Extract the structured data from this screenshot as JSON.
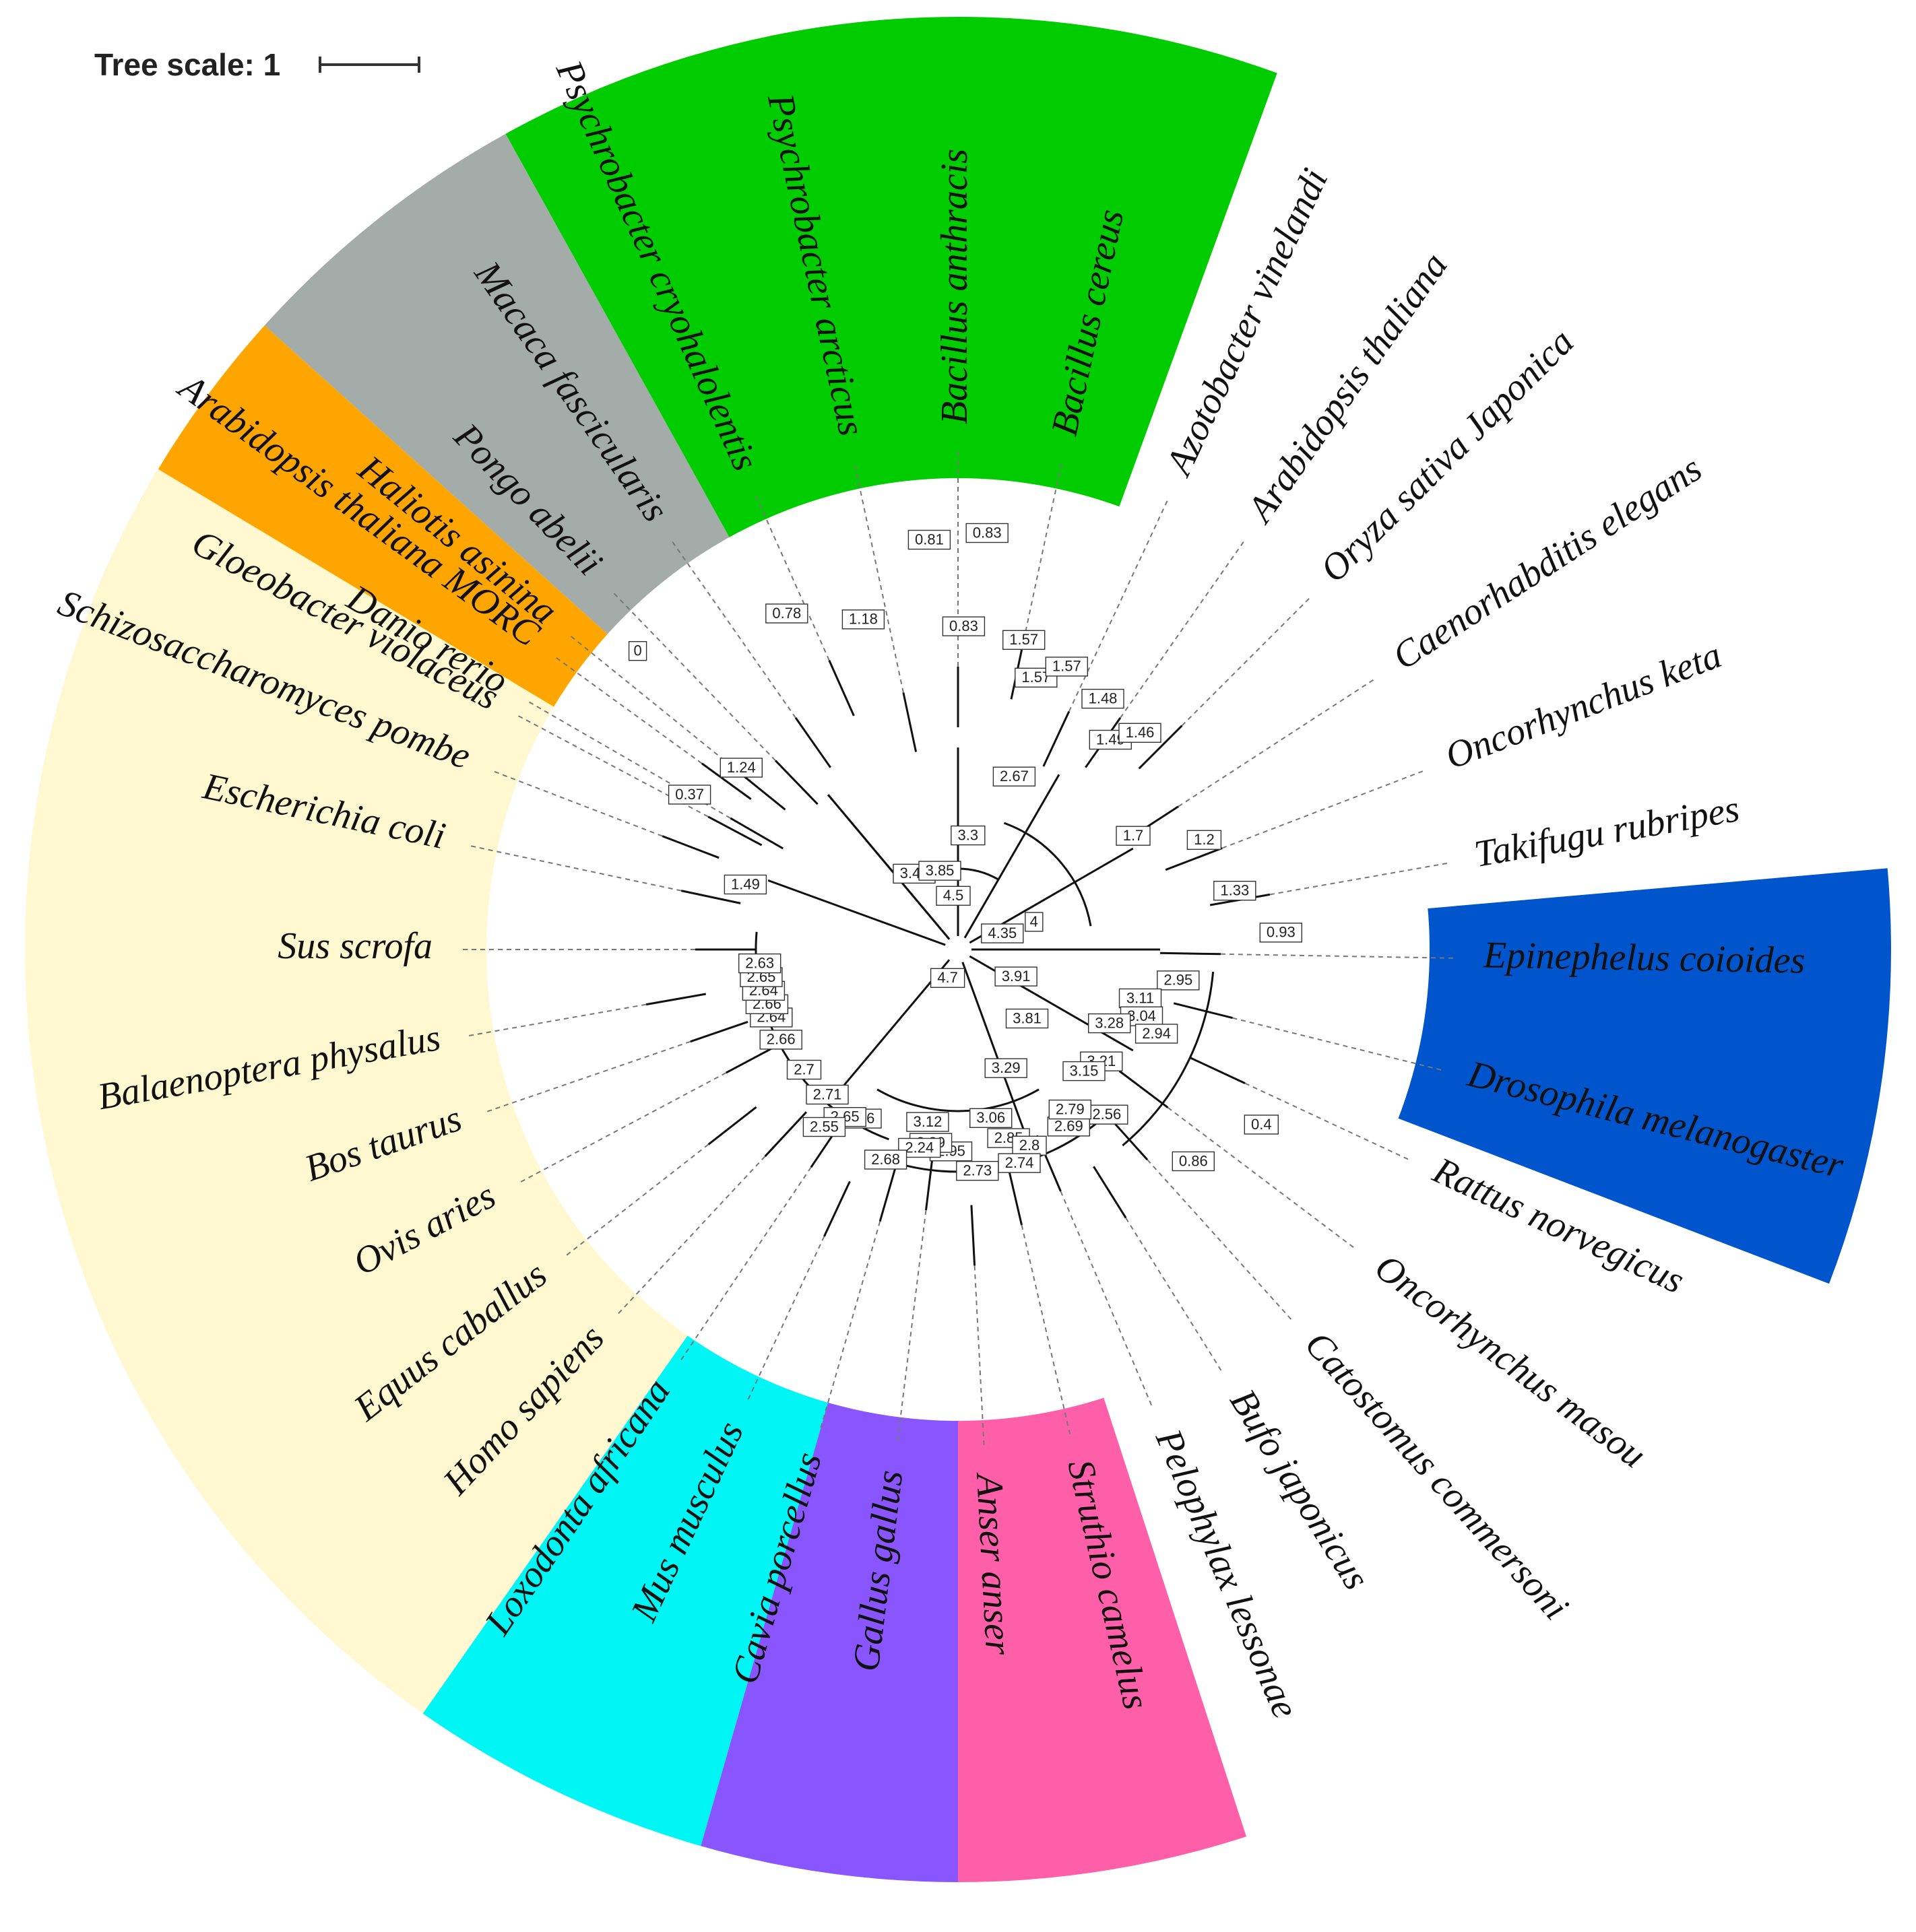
{
  "scale": {
    "label": "Tree scale: 1"
  },
  "colors": {
    "orange": "#FFA500",
    "gray": "#A3ACA9",
    "green": "#00CC00",
    "blue": "#0055CC",
    "pink": "#FF5FA8",
    "purple": "#8855FF",
    "cyan": "#00F5F5",
    "cream": "#FFF8D0"
  },
  "clades": [
    {
      "id": "plants-cyanobacteria",
      "color": "orange",
      "start": -68,
      "end": -48
    },
    {
      "id": "primates-1",
      "color": "gray",
      "start": -48,
      "end": -29
    },
    {
      "id": "bacteria",
      "color": "green",
      "start": -29,
      "end": 20
    },
    {
      "id": "fishes",
      "color": "blue",
      "start": 85,
      "end": 111
    },
    {
      "id": "catostomids",
      "color": "pink",
      "start": 162,
      "end": 180
    },
    {
      "id": "amphibians",
      "color": "purple",
      "start": 180,
      "end": 196
    },
    {
      "id": "birds",
      "color": "cyan",
      "start": 196,
      "end": 215
    },
    {
      "id": "mammals",
      "color": "cream",
      "start": 215,
      "end": 301
    }
  ],
  "taxa": [
    {
      "name": "Gloeobacter violaceus",
      "angle": -62
    },
    {
      "name": "Arabidopsis thaliana MORC",
      "angle": -54
    },
    {
      "name": "Pongo abelii",
      "angle": -44
    },
    {
      "name": "Macaca fascicularis",
      "angle": -35
    },
    {
      "name": "Psychrobacter cryohalolentis",
      "angle": -24
    },
    {
      "name": "Psychrobacter arcticus",
      "angle": -12
    },
    {
      "name": "Bacillus anthracis",
      "angle": 0
    },
    {
      "name": "Bacillus cereus",
      "angle": 12
    },
    {
      "name": "Azotobacter vinelandi",
      "angle": 25
    },
    {
      "name": "Arabidopsis thaliana",
      "angle": 35
    },
    {
      "name": "Oryza sativa Japonica",
      "angle": 45
    },
    {
      "name": "Caenorhabditis elegans",
      "angle": 57
    },
    {
      "name": "Oncorhynchus keta",
      "angle": 69
    },
    {
      "name": "Takifugu rubripes",
      "angle": 80
    },
    {
      "name": "Epinephelus coioides",
      "angle": 91
    },
    {
      "name": "Drosophila melanogaster",
      "angle": 104
    },
    {
      "name": "Rattus norvegicus",
      "angle": 115
    },
    {
      "name": "Oncorhynchus masou",
      "angle": 127
    },
    {
      "name": "Catostomus commersoni",
      "angle": 138
    },
    {
      "name": "Bufo japonicus",
      "angle": 148
    },
    {
      "name": "Pelophylax lessonae",
      "angle": 157
    },
    {
      "name": "Struthio camelus",
      "angle": 167
    },
    {
      "name": "Anser anser",
      "angle": 177
    },
    {
      "name": "Gallus gallus",
      "angle": 187
    },
    {
      "name": "Cavia porcellus",
      "angle": 196
    },
    {
      "name": "Mus musculus",
      "angle": 205
    },
    {
      "name": "Loxodonta africana",
      "angle": 214
    },
    {
      "name": "Homo sapiens",
      "angle": 223
    },
    {
      "name": "Equus caballus",
      "angle": 232
    },
    {
      "name": "Ovis aries",
      "angle": 242
    },
    {
      "name": "Bos taurus",
      "angle": 251
    },
    {
      "name": "Balaenoptera physalus",
      "angle": 260
    },
    {
      "name": "Sus scrofa",
      "angle": 270
    },
    {
      "name": "Escherichia coli",
      "angle": 282
    },
    {
      "name": "Schizosaccharomyces pombe",
      "angle": 291
    },
    {
      "name": "Danio rerio",
      "angle": 300
    },
    {
      "name": "Haliotis asinina",
      "angle": 309
    }
  ],
  "supports": [
    {
      "v": "0",
      "angle": -47,
      "r": 650
    },
    {
      "v": "0.78",
      "angle": -27,
      "r": 560
    },
    {
      "v": "1.18",
      "angle": -16,
      "r": 510
    },
    {
      "v": "0.81",
      "angle": -4,
      "r": 610
    },
    {
      "v": "0.83",
      "angle": 4,
      "r": 620
    },
    {
      "v": "0.83",
      "angle": 1,
      "r": 480
    },
    {
      "v": "1.57",
      "angle": 12,
      "r": 470
    },
    {
      "v": "1.57",
      "angle": 16,
      "r": 420
    },
    {
      "v": "1.57",
      "angle": 21,
      "r": 450
    },
    {
      "v": "1.48",
      "angle": 30,
      "r": 430
    },
    {
      "v": "1.49",
      "angle": 36,
      "r": 385
    },
    {
      "v": "1.46",
      "angle": 40,
      "r": 420
    },
    {
      "v": "2.67",
      "angle": 18,
      "r": 270
    },
    {
      "v": "3.3",
      "angle": 5,
      "r": 170
    },
    {
      "v": "1.7",
      "angle": 57,
      "r": 310
    },
    {
      "v": "1.2",
      "angle": 66,
      "r": 400
    },
    {
      "v": "1.33",
      "angle": 78,
      "r": 420
    },
    {
      "v": "0.93",
      "angle": 87,
      "r": 480
    },
    {
      "v": "4.35",
      "angle": 70,
      "r": 70
    },
    {
      "v": "3.91",
      "angle": 115,
      "r": 95
    },
    {
      "v": "3.81",
      "angle": 135,
      "r": 145
    },
    {
      "v": "2.95",
      "angle": 98,
      "r": 330
    },
    {
      "v": "3.11",
      "angle": 105,
      "r": 280
    },
    {
      "v": "3.04",
      "angle": 110,
      "r": 290
    },
    {
      "v": "2.94",
      "angle": 113,
      "r": 320
    },
    {
      "v": "3.28",
      "angle": 116,
      "r": 250
    },
    {
      "v": "3.21",
      "angle": 128,
      "r": 270
    },
    {
      "v": "3.15",
      "angle": 134,
      "r": 260
    },
    {
      "v": "2.56",
      "angle": 138,
      "r": 330
    },
    {
      "v": "0.4",
      "angle": 120,
      "r": 520
    },
    {
      "v": "0.86",
      "angle": 132,
      "r": 470
    },
    {
      "v": "3.29",
      "angle": 158,
      "r": 190
    },
    {
      "v": "2.69",
      "angle": 148,
      "r": 310
    },
    {
      "v": "2.79",
      "angle": 145,
      "r": 290
    },
    {
      "v": "3.06",
      "angle": 169,
      "r": 255
    },
    {
      "v": "2.85",
      "angle": 165,
      "r": 290
    },
    {
      "v": "2.8",
      "angle": 160,
      "r": 310
    },
    {
      "v": "2.74",
      "angle": 164,
      "r": 330
    },
    {
      "v": "2.73",
      "angle": 175,
      "r": 330
    },
    {
      "v": "2.95",
      "angle": 182,
      "r": 300
    },
    {
      "v": "3.12",
      "angle": 190,
      "r": 260
    },
    {
      "v": "2.89",
      "angle": 188,
      "r": 290
    },
    {
      "v": "2.24",
      "angle": 191,
      "r": 300
    },
    {
      "v": "2.68",
      "angle": 199,
      "r": 330
    },
    {
      "v": "2.76",
      "angle": 210,
      "r": 290
    },
    {
      "v": "2.65",
      "angle": 214,
      "r": 300
    },
    {
      "v": "2.55",
      "angle": 217,
      "r": 330
    },
    {
      "v": "2.71",
      "angle": 222,
      "r": 290
    },
    {
      "v": "2.7",
      "angle": 232,
      "r": 290
    },
    {
      "v": "2.66",
      "angle": 243,
      "r": 295
    },
    {
      "v": "2.64",
      "angle": 250,
      "r": 295
    },
    {
      "v": "2.66",
      "angle": 254,
      "r": 295
    },
    {
      "v": "2.64",
      "angle": 258,
      "r": 295
    },
    {
      "v": "2.65",
      "angle": 262,
      "r": 295
    },
    {
      "v": "2.63",
      "angle": 266,
      "r": 295
    },
    {
      "v": "1.49",
      "angle": 287,
      "r": 330
    },
    {
      "v": "0.37",
      "angle": 300,
      "r": 460
    },
    {
      "v": "1.24",
      "angle": 310,
      "r": 420
    },
    {
      "v": "3.41",
      "angle": 330,
      "r": 130
    },
    {
      "v": "3.85",
      "angle": 347,
      "r": 120
    },
    {
      "v": "4.5",
      "angle": 355,
      "r": 80
    },
    {
      "v": "4.7",
      "angle": 200,
      "r": 45
    },
    {
      "v": "4",
      "angle": 70,
      "r": 120
    }
  ]
}
